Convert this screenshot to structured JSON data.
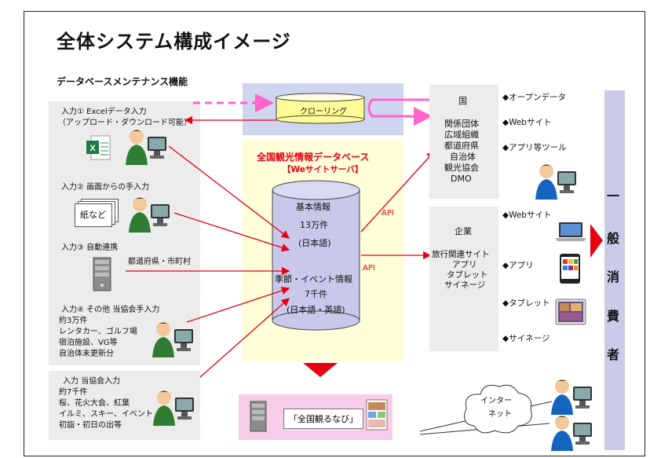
{
  "title": "全体システム構成イメージ",
  "section_label": "データベースメンテナンス機能",
  "inputs": {
    "input1_line1": "入力① Excelデータ入力",
    "input1_line2": "（アップロード・ダウンロード可能）",
    "input2": "入力② 画面からの手入力",
    "paper_label": "紙など",
    "input3": "入力③ 自動連携",
    "prefecture_city": "都道府県・市町村",
    "input4_lines": [
      "入力④ その他 当協会手入力",
      "約3万件",
      "レンタカー、ゴルフ場",
      "宿泊施設、VG等",
      "自治体未更新分"
    ],
    "input5_lines": [
      "入力 当協会入力",
      "約7千件",
      "桜、花火大会、紅葉",
      "イルミ、スキー、イベント",
      "初詣・初日の出等"
    ]
  },
  "crawling_label": "クローリング",
  "db": {
    "title": "全国観光情報データベース",
    "subtitle": "【Weサイトサーバ】",
    "basic_lines": [
      "基本情報",
      "13万件",
      "(日本語)"
    ],
    "event_lines": [
      "季節・イベント情報",
      "7千件",
      "(日本語・英語)"
    ]
  },
  "api_label": "API",
  "gov": {
    "country": "国",
    "orgs": [
      "関係団体",
      "広域組織",
      "都道府県",
      "自治体",
      "観光協会",
      "DMO"
    ]
  },
  "gov_bullets": [
    "◆オープンデータ",
    "◆Webサイト",
    "◆アプリ等ツール"
  ],
  "company": {
    "label": "企業",
    "items": [
      "旅行関連サイト",
      "アプリ",
      "タブレット",
      "サイネージ"
    ]
  },
  "company_bullets": [
    "◆Webサイト",
    "◆アプリ",
    "◆タブレット",
    "◆サイネージ"
  ],
  "consumer_chars": [
    "一",
    "般",
    "消",
    "費",
    "者"
  ],
  "site_label": "「全国観るなび」",
  "internet_lines": [
    "インター",
    "ネット"
  ],
  "colors": {
    "red": "#e60012",
    "pink": "#ff66cc",
    "db_fill": "#c7c8ea",
    "consumer": "#c9cbe9"
  }
}
